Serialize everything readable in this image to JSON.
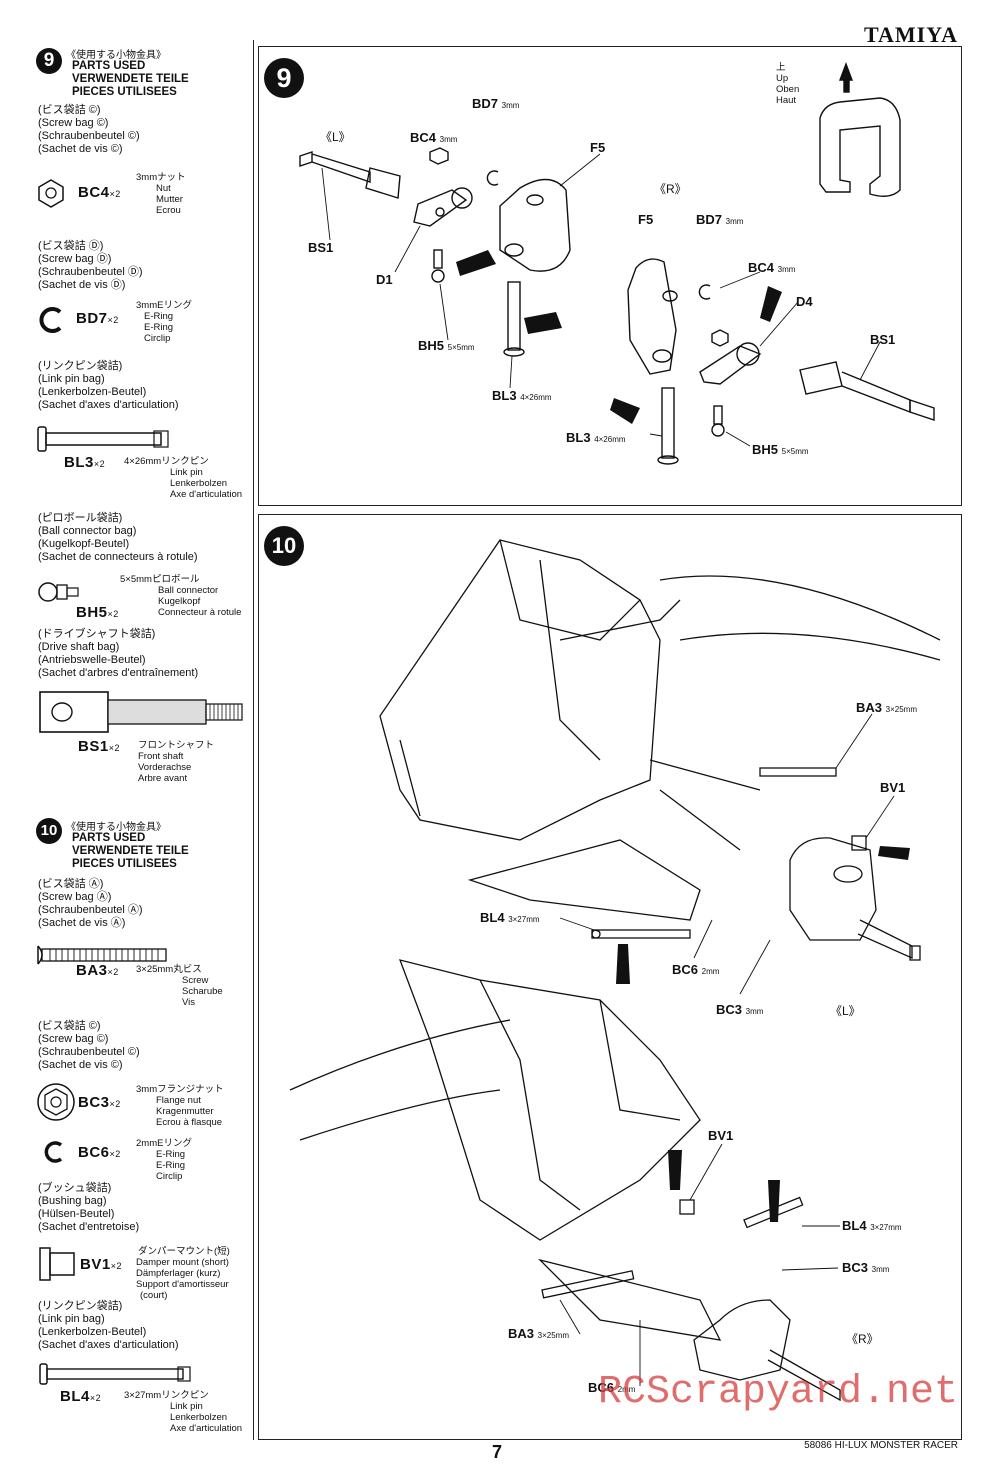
{
  "header": {
    "brand": "TAMIYA"
  },
  "sidebar": {
    "step9": {
      "number": "9",
      "jp_title": "《使用する小物金具》",
      "title_en": "PARTS USED",
      "title_de": "VERWENDETE TEILE",
      "title_fr": "PIECES UTILISEES",
      "groups": [
        {
          "jp": "(ビス袋詰 ©)",
          "lines": [
            "(Screw bag ©)",
            "(Schraubenbeutel ©)",
            "(Sachet de vis ©)"
          ]
        },
        {
          "jp": "(ビス袋詰 Ⓓ)",
          "lines": [
            "(Screw bag Ⓓ)",
            "(Schraubenbeutel Ⓓ)",
            "(Sachet de vis Ⓓ)"
          ]
        },
        {
          "jp": "(リンクピン袋詰)",
          "lines": [
            "(Link pin bag)",
            "(Lenkerbolzen-Beutel)",
            "(Sachet d'axes d'articulation)"
          ]
        }
      ],
      "parts": [
        {
          "code": "BC4",
          "qty": "×2",
          "jp": "3mmナット",
          "names": [
            "Nut",
            "Mutter",
            "Ecrou"
          ]
        },
        {
          "code": "BD7",
          "qty": "×2",
          "jp": "3mmEリング",
          "names": [
            "E-Ring",
            "E-Ring",
            "Circlip"
          ]
        },
        {
          "code": "BL3",
          "qty": "×2",
          "jp": "4×26mmリンクピン",
          "names": [
            "Link pin",
            "Lenkerbolzen",
            "Axe d'articulation"
          ]
        }
      ]
    },
    "continued": {
      "groups": [
        {
          "jp": "(ピロボール袋詰)",
          "lines": [
            "(Ball connector bag)",
            "(Kugelkopf-Beutel)",
            "(Sachet de connecteurs à rotule)"
          ]
        },
        {
          "jp": "(ドライブシャフト袋詰)",
          "lines": [
            "(Drive shaft bag)",
            "(Antriebswelle-Beutel)",
            "(Sachet d'arbres d'entraînement)"
          ]
        }
      ],
      "parts": [
        {
          "code": "BH5",
          "qty": "×2",
          "jp": "5×5mmピロボール",
          "names": [
            "Ball connector",
            "Kugelkopf",
            "Connecteur à rotule"
          ]
        },
        {
          "code": "BS1",
          "qty": "×2",
          "jp": "フロントシャフト",
          "names": [
            "Front shaft",
            "Vorderachse",
            "Arbre avant"
          ]
        }
      ]
    },
    "step10": {
      "number": "10",
      "jp_title": "《使用する小物金具》",
      "title_en": "PARTS USED",
      "title_de": "VERWENDETE TEILE",
      "title_fr": "PIECES UTILISEES",
      "groups": [
        {
          "jp": "(ビス袋詰 Ⓐ)",
          "lines": [
            "(Screw bag Ⓐ)",
            "(Schraubenbeutel Ⓐ)",
            "(Sachet de vis Ⓐ)"
          ]
        },
        {
          "jp": "(ビス袋詰 ©)",
          "lines": [
            "(Screw bag ©)",
            "(Schraubenbeutel ©)",
            "(Sachet de vis ©)"
          ]
        },
        {
          "jp": "(ブッシュ袋詰)",
          "lines": [
            "(Bushing bag)",
            "(Hülsen-Beutel)",
            "(Sachet d'entretoise)"
          ]
        },
        {
          "jp": "(リンクピン袋詰)",
          "lines": [
            "(Link pin bag)",
            "(Lenkerbolzen-Beutel)",
            "(Sachet d'axes d'articulation)"
          ]
        }
      ],
      "parts": [
        {
          "code": "BA3",
          "qty": "×2",
          "jp": "3×25mm丸ビス",
          "names": [
            "Screw",
            "Scharube",
            "Vis"
          ]
        },
        {
          "code": "BC3",
          "qty": "×2",
          "jp": "3mmフランジナット",
          "names": [
            "Flange nut",
            "Kragenmutter",
            "Ecrou à flasque"
          ]
        },
        {
          "code": "BC6",
          "qty": "×2",
          "jp": "2mmEリング",
          "names": [
            "E-Ring",
            "E-Ring",
            "Circlip"
          ]
        },
        {
          "code": "BV1",
          "qty": "×2",
          "jp": "ダンパーマウント(短)",
          "names": [
            "Damper mount (short)",
            "Dämpferlager (kurz)",
            "Support d'amortisseur",
            "(court)"
          ]
        },
        {
          "code": "BL4",
          "qty": "×2",
          "jp": "3×27mmリンクピン",
          "names": [
            "Link pin",
            "Lenkerbolzen",
            "Axe d'articulation"
          ]
        }
      ]
    }
  },
  "panel9": {
    "number": "9",
    "labels": {
      "left": "《L》",
      "right": "《R》",
      "bd7": "BD7",
      "bd7_size": "3mm",
      "bc4": "BC4",
      "bc4_size": "3mm",
      "f5": "F5",
      "bs1": "BS1",
      "d1": "D1",
      "d4": "D4",
      "bh5": "BH5",
      "bh5_size": "5×5mm",
      "bl3": "BL3",
      "bl3_size": "4×26mm"
    },
    "orientation": {
      "jp": "上",
      "en": "Up",
      "de": "Oben",
      "fr": "Haut"
    }
  },
  "panel10": {
    "number": "10",
    "labels": {
      "ba3": "BA3",
      "ba3_size": "3×25mm",
      "bv1": "BV1",
      "bl4": "BL4",
      "bl4_size": "3×27mm",
      "bc6": "BC6",
      "bc6_size": "2mm",
      "bc3": "BC3",
      "bc3_size": "3mm",
      "left": "《L》",
      "right": "《R》"
    }
  },
  "footer": {
    "model": "58086 HI-LUX MONSTER RACER",
    "page": "7",
    "watermark": "RCScrapyard.net"
  }
}
